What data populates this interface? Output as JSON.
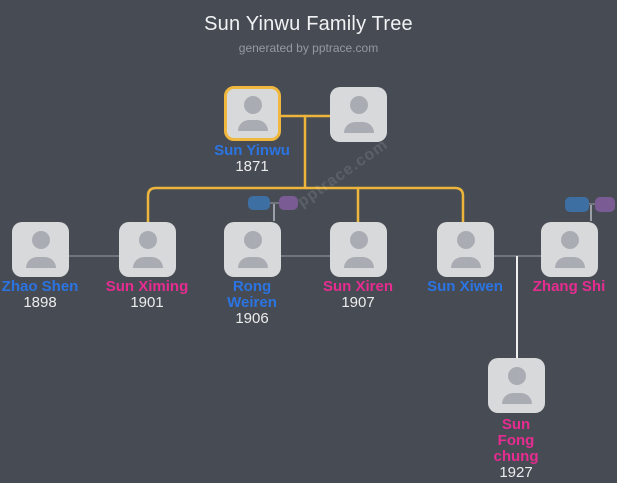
{
  "header": {
    "title": "Sun Yinwu Family Tree",
    "subtitle": "generated by pptrace.com"
  },
  "watermark": "pptrace.com",
  "colors": {
    "background": "#474c54",
    "card_fill": "#d8d9da",
    "avatar_glyph": "#a9adb3",
    "highlight_border": "#f0b83f",
    "ancestry_line": "#edb53b",
    "spouse_line": "#70757d",
    "descent_line": "#f0f0f0",
    "male_name": "#2b74e2",
    "female_name": "#e62c90",
    "year_text": "#ececec",
    "collapsed_male_chip": "#3e6fa3",
    "collapsed_female_chip": "#7a5b94"
  },
  "people": [
    {
      "id": "sun-yinwu",
      "name": "Sun Yinwu",
      "year": "1871",
      "name_color": "#2b74e2",
      "highlighted": true
    },
    {
      "id": "spouse-of-sun-yinwu",
      "name": "",
      "year": ""
    },
    {
      "id": "zhao-shen",
      "name": "Zhao Shen",
      "year": "1898",
      "name_color": "#2b74e2"
    },
    {
      "id": "sun-ximing",
      "name": "Sun Ximing",
      "year": "1901",
      "name_color": "#e62c90"
    },
    {
      "id": "rong-weiren",
      "name": "Rong Weiren",
      "year": "1906",
      "name_color": "#2b74e2"
    },
    {
      "id": "sun-xiren",
      "name": "Sun Xiren",
      "year": "1907",
      "name_color": "#e62c90"
    },
    {
      "id": "sun-xiwen",
      "name": "Sun Xiwen",
      "year": "",
      "name_color": "#2b74e2"
    },
    {
      "id": "zhang-shi",
      "name": "Zhang Shi",
      "year": "",
      "name_color": "#e62c90"
    },
    {
      "id": "sun-fong-chung",
      "name": "Sun Fong chung",
      "year": "1927",
      "name_color": "#e62c90"
    }
  ]
}
